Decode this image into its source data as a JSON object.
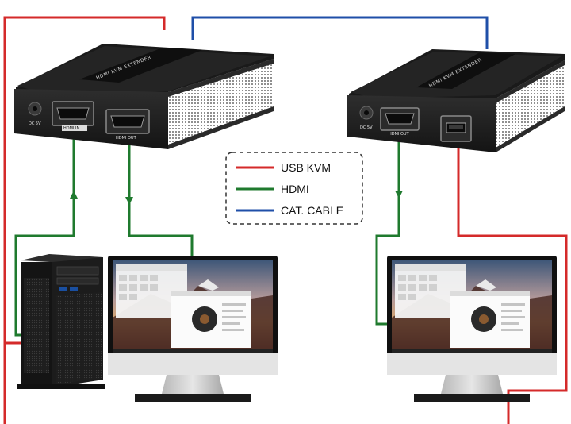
{
  "legend": {
    "items": [
      {
        "label": "USB KVM",
        "color": "#d42a2a"
      },
      {
        "label": "HDMI",
        "color": "#1f7a2e"
      },
      {
        "label": "CAT. CABLE",
        "color": "#1f4fa8"
      }
    ]
  },
  "transmitter": {
    "power_label": "DC 5V",
    "hdmi_in_label": "HDMI IN",
    "hdmi_out_label": "HDMI OUT",
    "top_text": "HDMI KVM EXTENDER"
  },
  "receiver": {
    "power_label": "DC 5V",
    "hdmi_out_label": "HDMI OUT",
    "top_text": "HDMI KVM EXTENDER"
  },
  "colors": {
    "usb_kvm": "#d42a2a",
    "hdmi": "#1f7a2e",
    "cat_cable": "#1f4fa8",
    "device_body": "#1c1c1c",
    "screen_frame": "#101010"
  },
  "icons": [
    "arrow-up-icon",
    "arrow-down-icon",
    "usb-port-icon",
    "hdmi-port-icon",
    "power-jack-icon"
  ]
}
